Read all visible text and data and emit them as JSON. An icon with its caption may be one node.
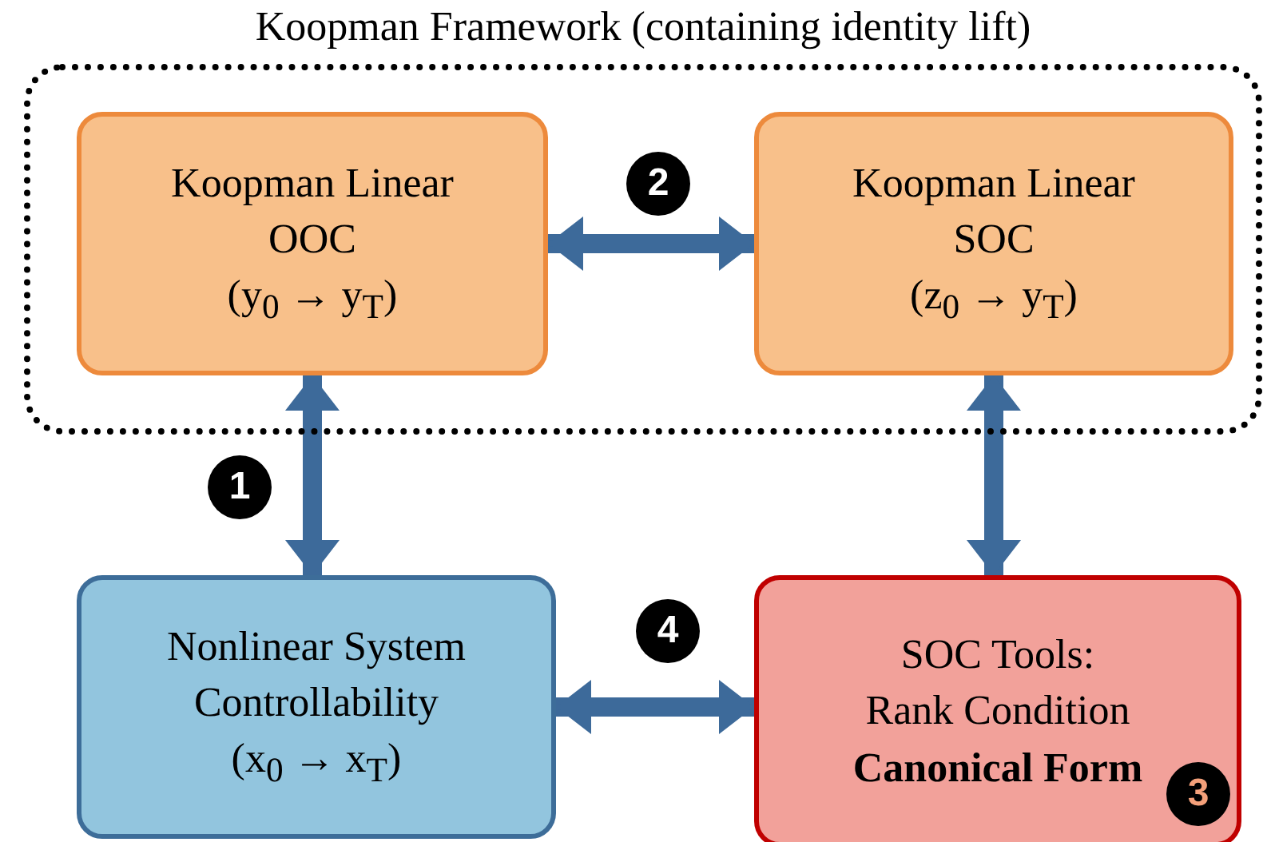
{
  "diagram": {
    "nodes": [
      {
        "text": [
          "Koopman Framework (containing identity lift)"
        ]
      },
      {
        "text": [
          "Koopman Linear OOC",
          "(y$_{0}$ → y$_{T}$)"
        ],
        "in": 0
      },
      {
        "text": [
          "Koopman Linear SOC",
          "(z$_{0}$ → y$_{T}$)"
        ],
        "in": 0
      },
      {
        "text": [
          "Nonlinear System Controllability",
          "(x$_{0}$ → x$_{T}$)"
        ]
      },
      {
        "text": [
          "SOC Tools:",
          "Rank Condition",
          "Canonical Form",
          "3"
        ]
      }
    ],
    "edges": [
      {
        "from": 1,
        "to": 2,
        "arrow": "both",
        "label": "2"
      },
      {
        "from": 1,
        "to": 3,
        "arrow": "both",
        "label": "1"
      },
      {
        "from": 2,
        "to": 4,
        "arrow": "both"
      },
      {
        "from": 3,
        "to": 4,
        "arrow": "both",
        "label": "4"
      }
    ]
  }
}
